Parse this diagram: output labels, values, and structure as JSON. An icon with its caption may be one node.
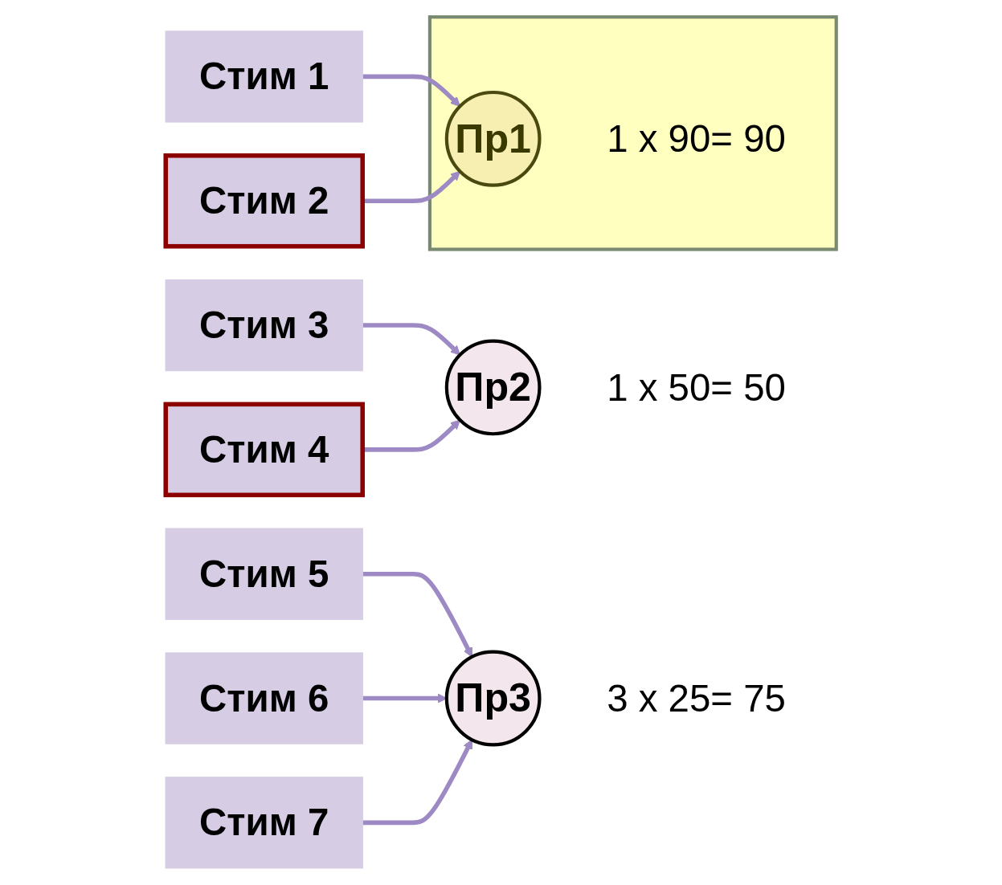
{
  "diagram": {
    "nodes": [
      {
        "text": [
          "Стим 1"
        ]
      },
      {
        "text": [
          "Стим 2"
        ]
      },
      {
        "text": [],
        "shape": "box"
      },
      {
        "text": [
          "Пр1"
        ],
        "in": 2,
        "beside": [
          "1 x 90= 90"
        ]
      },
      {
        "text": [
          "Стим 3"
        ]
      },
      {
        "text": [
          "Стим 4"
        ]
      },
      {
        "text": [
          "Пр2"
        ],
        "beside": [
          "1 x 50= 50"
        ]
      },
      {
        "text": [
          "Стим 5"
        ]
      },
      {
        "text": [
          "Стим 6"
        ]
      },
      {
        "text": [
          "Стим 7"
        ]
      },
      {
        "text": [
          "Пр3"
        ],
        "beside": [
          "3 x 25= 75"
        ]
      }
    ],
    "edges": [
      {
        "from": 0,
        "to": 3,
        "arrow": "to"
      },
      {
        "from": 1,
        "to": 3,
        "arrow": "to"
      },
      {
        "from": 4,
        "to": 6,
        "arrow": "to"
      },
      {
        "from": 5,
        "to": 6,
        "arrow": "to"
      },
      {
        "from": 7,
        "to": 10,
        "arrow": "to"
      },
      {
        "from": 8,
        "to": 10,
        "arrow": "to"
      },
      {
        "from": 9,
        "to": 10,
        "arrow": "to"
      }
    ]
  }
}
